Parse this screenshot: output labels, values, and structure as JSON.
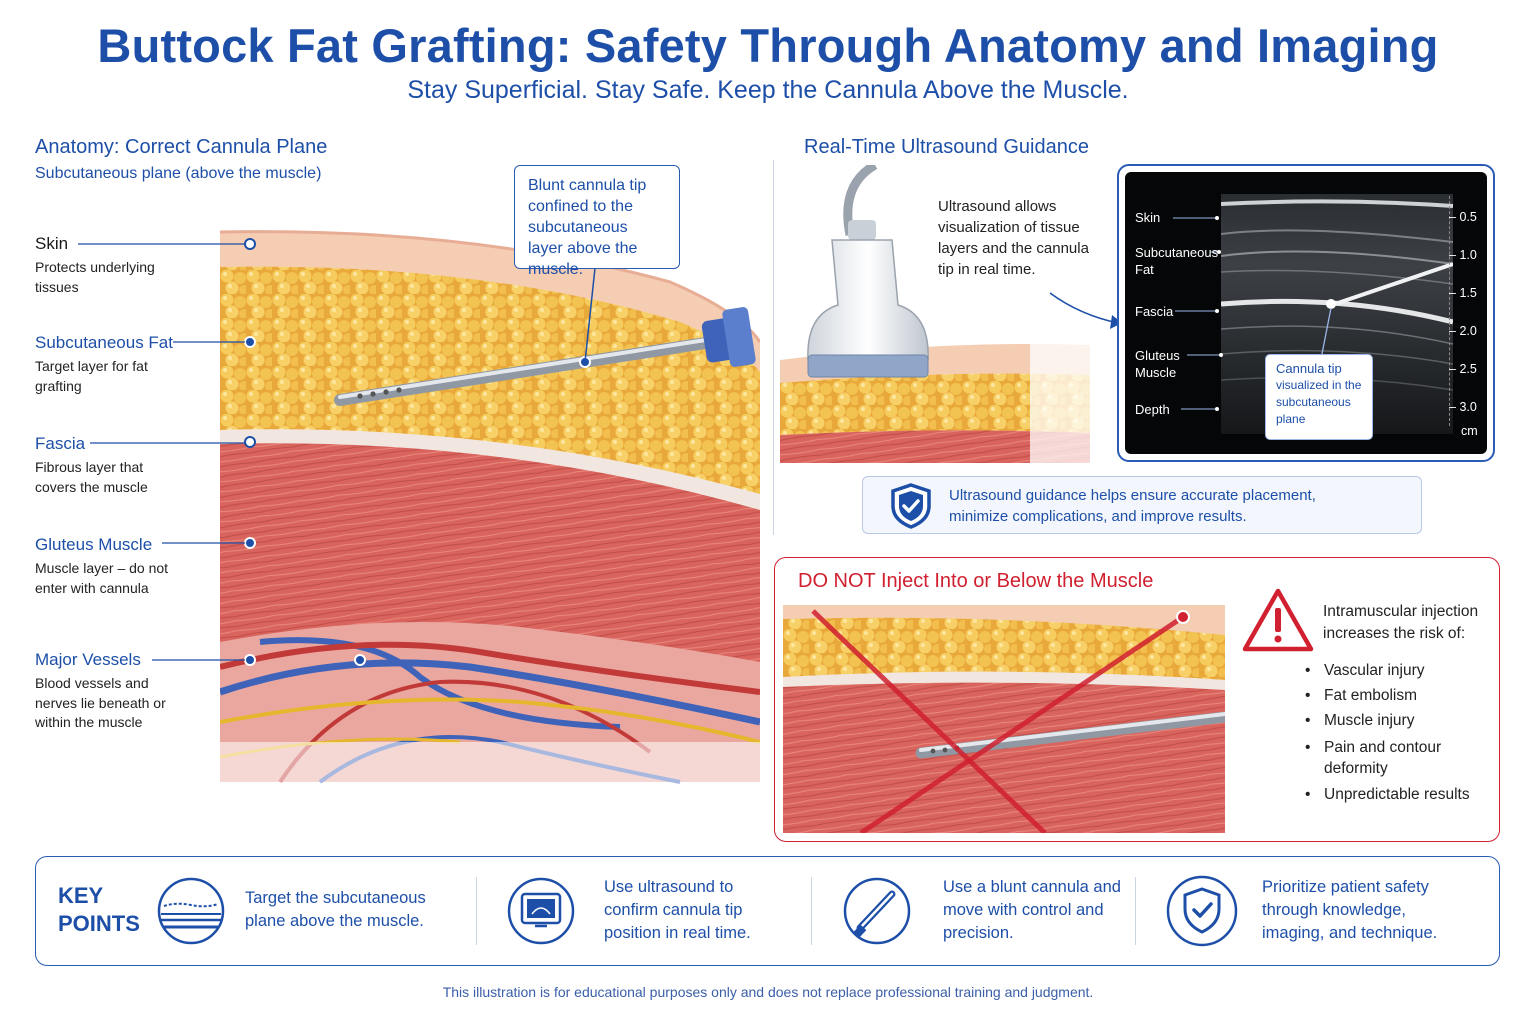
{
  "title": "Buttock Fat Grafting: Safety Through Anatomy and Imaging",
  "subtitle": "Stay Superficial. Stay Safe. Keep the Cannula Above the Muscle.",
  "anatomy": {
    "heading": "Anatomy: Correct Cannula Plane",
    "subheading": "Subcutaneous plane (above the muscle)",
    "callout": "Blunt cannula tip confined to the subcutaneous layer above the muscle.",
    "layers": [
      {
        "title": "Skin",
        "desc": "Protects underlying tissues"
      },
      {
        "title": "Subcutaneous Fat",
        "desc": "Target layer for fat grafting"
      },
      {
        "title": "Fascia",
        "desc": "Fibrous layer that covers the muscle"
      },
      {
        "title": "Gluteus Muscle",
        "desc": "Muscle layer – do not enter with cannula"
      },
      {
        "title": "Major Vessels",
        "desc": "Blood vessels and nerves lie beneath or within the muscle"
      }
    ]
  },
  "ultrasound": {
    "heading": "Real-Time Ultrasound Guidance",
    "description": "Ultrasound allows visualization of tissue layers and the cannula tip in real time.",
    "labels": [
      "Skin",
      "Subcutaneous Fat",
      "Fascia",
      "Gluteus Muscle",
      "Depth"
    ],
    "scale": [
      "0.5",
      "1.0",
      "1.5",
      "2.0",
      "2.5",
      "3.0",
      "cm"
    ],
    "tip_title": "Cannula tip",
    "tip_desc": "visualized in the subcutaneous plane",
    "note": "Ultrasound guidance helps ensure accurate placement, minimize complications, and improve results."
  },
  "warning": {
    "heading": "DO NOT Inject Into or Below the Muscle",
    "intro": "Intramuscular injection increases the risk of:",
    "risks": [
      "Vascular injury",
      "Fat embolism",
      "Muscle injury",
      "Pain and contour deformity",
      "Unpredictable results"
    ]
  },
  "key_points": {
    "label_line1": "KEY",
    "label_line2": "POINTS",
    "items": [
      {
        "icon": "tissue-layers-icon",
        "text": "Target the subcutaneous plane above the muscle."
      },
      {
        "icon": "ultrasound-monitor-icon",
        "text": "Use ultrasound to confirm cannula tip position in real time."
      },
      {
        "icon": "blunt-cannula-icon",
        "text": "Use a blunt cannula and move with control and precision."
      },
      {
        "icon": "shield-check-icon",
        "text": "Prioritize patient safety through knowledge, imaging, and technique."
      }
    ]
  },
  "footer": "This illustration is for educational purposes only and does not replace professional training and judgment.",
  "colors": {
    "brand_blue": "#1d4fa8",
    "warning_red": "#d1202f",
    "fat_yellow": "#f2c14e",
    "muscle_red": "#d9655f"
  }
}
